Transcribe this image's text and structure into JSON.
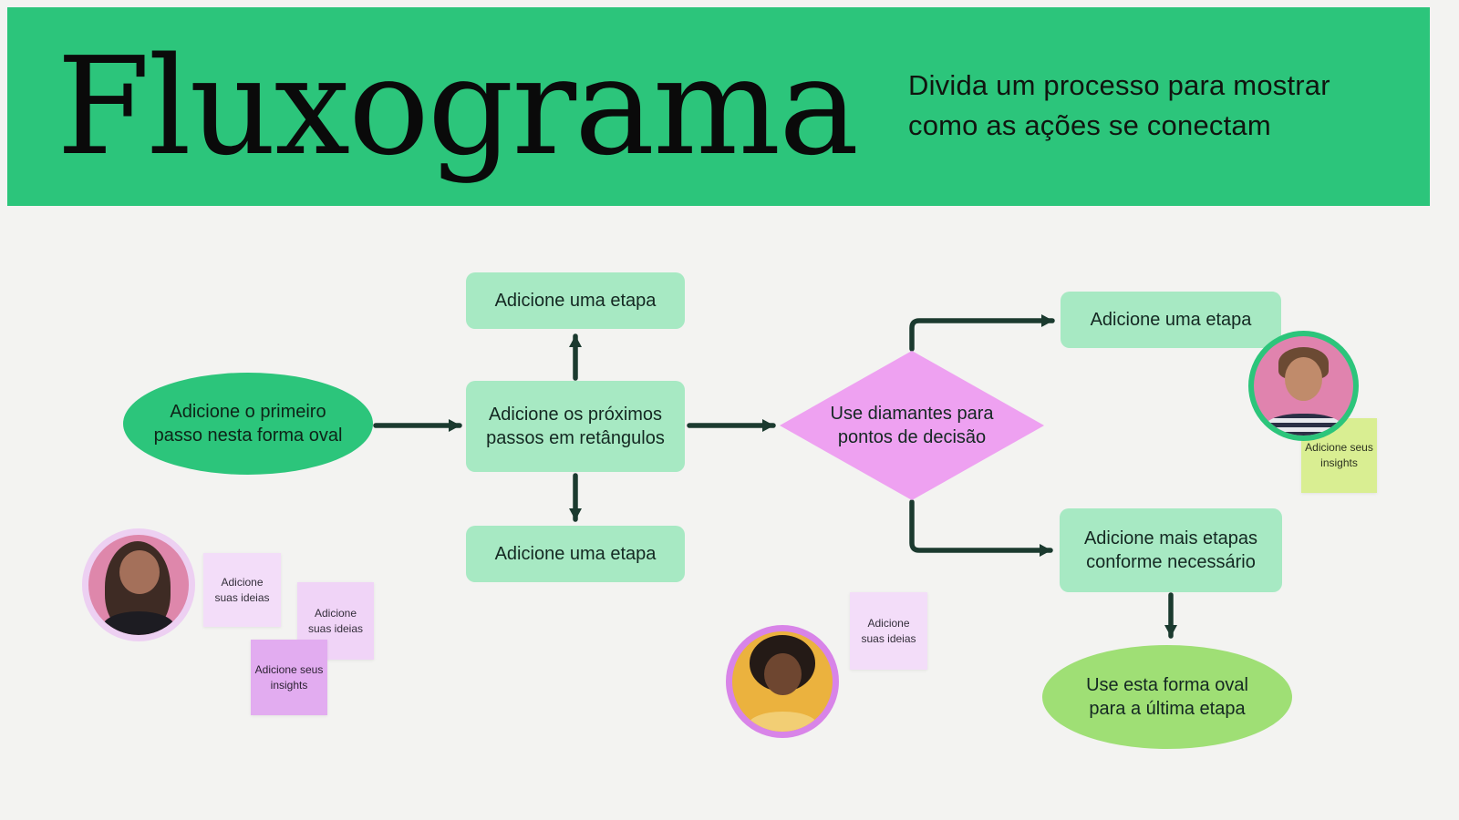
{
  "header": {
    "title": "Fluxograma",
    "subtitle_lines": [
      "Divida um processo para mostrar",
      "como as ações se conectam"
    ]
  },
  "flowchart": {
    "start_oval_lines": [
      "Adicione o primeiro",
      "passo nesta forma oval"
    ],
    "step_top": "Adicione uma etapa",
    "step_main_lines": [
      "Adicione os próximos",
      "passos em retângulos"
    ],
    "step_bottom": "Adicione uma etapa",
    "decision_lines": [
      "Use diamantes para",
      "pontos de decisão"
    ],
    "step_right_top": "Adicione uma etapa",
    "step_right_more_lines": [
      "Adicione mais etapas",
      "conforme necessário"
    ],
    "end_oval_lines": [
      "Use esta forma oval",
      "para a última etapa"
    ]
  },
  "sticky_notes": {
    "ideas_left_1": [
      "Adicione",
      "suas ideias"
    ],
    "ideas_left_2": [
      "Adicione",
      "suas ideias"
    ],
    "insights_left": [
      "Adicione seus",
      "insights"
    ],
    "ideas_middle": [
      "Adicione",
      "suas ideias"
    ],
    "insights_right": [
      "Adicione seus",
      "insights"
    ]
  },
  "avatars": {
    "left": "woman-pink-background",
    "right": "man-pink-background",
    "middle": "woman-yellow-background"
  },
  "colors": {
    "header_green": "#2CC57B",
    "background": "#F3F3F1",
    "node_light_green": "#A7E9C3",
    "decision_pink": "#EEA1F1",
    "end_oval_green": "#9FDF75",
    "connector_dark_green": "#1B3A2F",
    "note_lilac": "#F3DDF9",
    "note_purple": "#E2ACF0",
    "note_lime": "#D9EE92"
  }
}
